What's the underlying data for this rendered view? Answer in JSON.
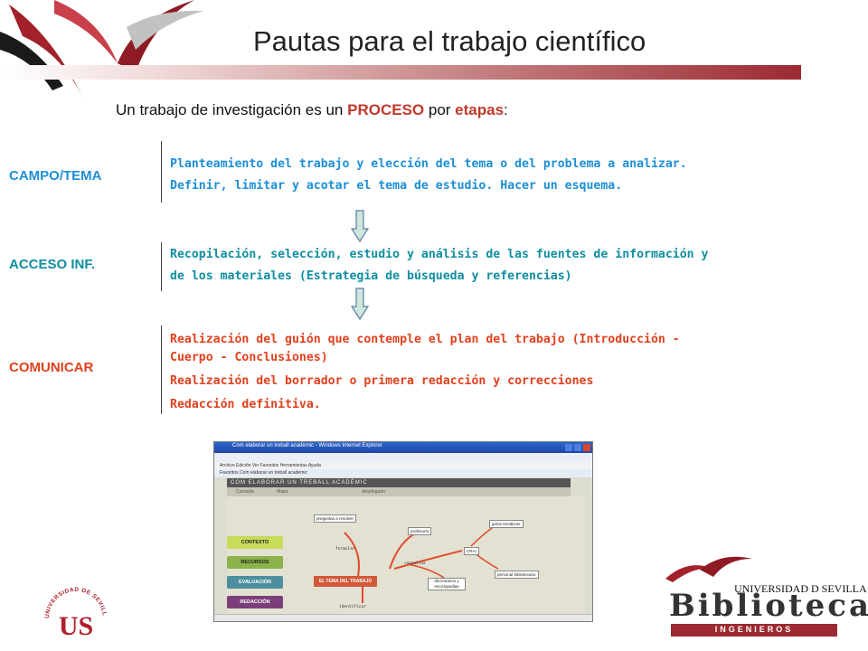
{
  "header": {
    "title": "Pautas para el trabajo científico"
  },
  "intro": {
    "prefix": "Un trabajo de investigación es un ",
    "emphasis1": "PROCESO",
    "middle": " por ",
    "emphasis2": "etapas",
    "suffix": ":"
  },
  "stages": [
    {
      "label": "CAMPO/TEMA",
      "lines": [
        "Planteamiento del trabajo y elección del tema o del problema a analizar.",
        "Definir, limitar y acotar el tema de estudio. Hacer un esquema."
      ]
    },
    {
      "label": "ACCESO INF.",
      "lines": [
        "Recopilación, selección, estudio y análisis de las fuentes de información y",
        "de los materiales (Estrategia de búsqueda y referencias)"
      ]
    },
    {
      "label": "COMUNICAR",
      "lines": [
        "Realización del guión que contemple el plan del trabajo  (Introducción -",
        "Cuerpo - Conclusiones)",
        "Realización del borrador o primera redacción y correcciones",
        "Redacción definitiva."
      ]
    }
  ],
  "colors": {
    "stage1": "#1c8fd6",
    "stage2": "#0f8ea0",
    "stage3": "#e0411d",
    "accent": "#9c2a32"
  },
  "screenshot": {
    "window_title": "Com elaborar un treball acadèmic - Windows Internet Explorer",
    "menu": "Archivo   Edición   Ver   Favoritos   Herramientas   Ayuda",
    "favorites": "Favoritos      Com elaborar un treball acadèmic",
    "banner": "COM ELABORAR UN TREBALL ACADÈMIC",
    "tabs": [
      "Consulta",
      "Mapa",
      "desplegado"
    ],
    "side_tabs": [
      "CONTEXTO",
      "RECURSOS",
      "EVALUACIÓN",
      "REDACCIÓN"
    ],
    "nodes": {
      "preguntas": "preguntas a resolver",
      "profesor": "profesor/a",
      "guias": "guías temáticas",
      "crai": "CRAI",
      "personal": "personal bibliotecario",
      "diccionarios": "diccionarios y enciclopedias",
      "main": "EL TEMA DEL TRABAJO"
    },
    "words": {
      "formular": "formular",
      "consultar": "consultar",
      "identificar": "identificar"
    }
  },
  "logos": {
    "university": "UNIVERSIDAD DE SEVILLA",
    "university_initials": "US",
    "biblioteca_top": "UNIVERSIDAD D SEVILLA",
    "biblioteca": "Biblioteca",
    "biblioteca_sub": "INGENIEROS"
  }
}
